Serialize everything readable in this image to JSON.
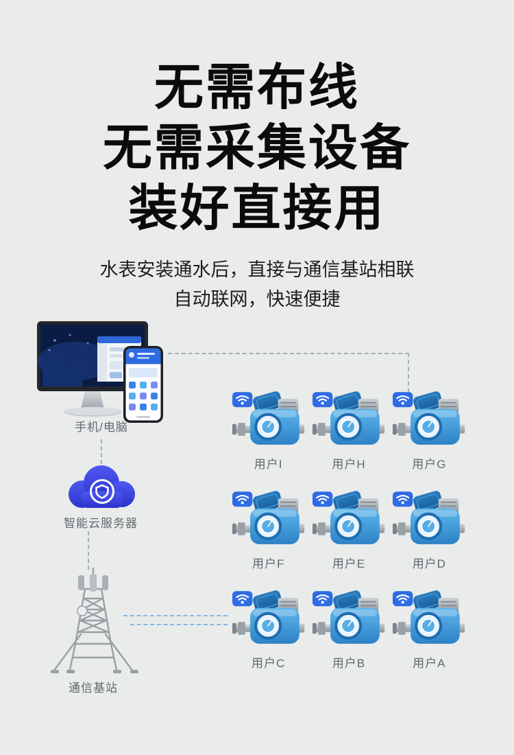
{
  "title": {
    "line1": "无需布线",
    "line2": "无需采集设备",
    "line3": "装好直接用"
  },
  "subtitle": {
    "line1": "水表安装通水后，直接与通信基站相联",
    "line2": "自动联网，快速便捷"
  },
  "nodes": {
    "client": {
      "label": "手机/电脑"
    },
    "cloud": {
      "label": "智能云服务器"
    },
    "tower": {
      "label": "通信基站"
    }
  },
  "meters": {
    "items": [
      {
        "label": "用户I"
      },
      {
        "label": "用户H"
      },
      {
        "label": "用户G"
      },
      {
        "label": "用户F"
      },
      {
        "label": "用户E"
      },
      {
        "label": "用户D"
      },
      {
        "label": "用户C"
      },
      {
        "label": "用户B"
      },
      {
        "label": "用户A"
      }
    ]
  },
  "colors": {
    "background": "#e9eceb",
    "title_text": "#0b0b0b",
    "label_text": "#5f6a6e",
    "meter_body_blue": "#3f97d6",
    "wifi_badge_blue": "#2e6be4",
    "cloud_blue": "#3a46e0",
    "connector_gray": "#a3afb4",
    "connector_blue": "#85b6e6"
  }
}
